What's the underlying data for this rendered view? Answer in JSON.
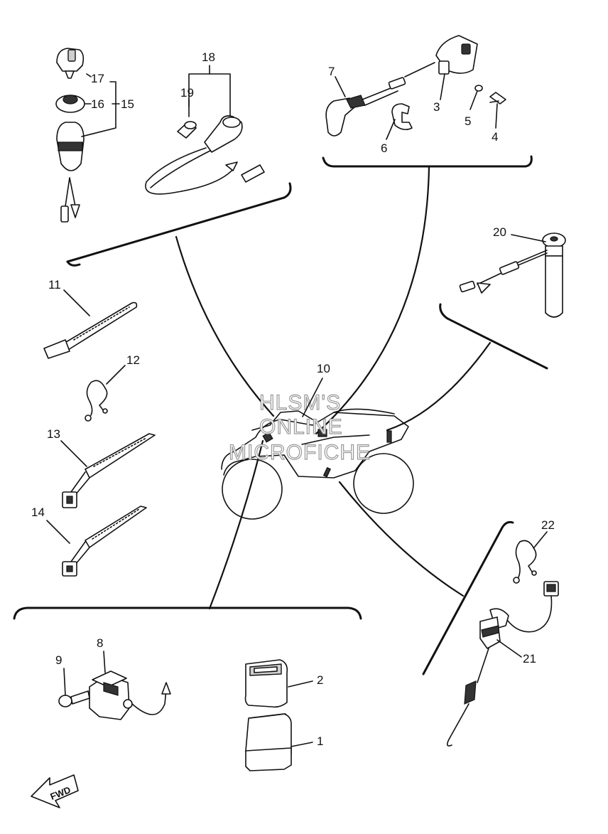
{
  "watermark": {
    "line1": "HLSM'S",
    "line2": "ONLINE",
    "line3": "MICROFICHE"
  },
  "direction_marker": "FWD",
  "callouts": {
    "c1": "1",
    "c2": "2",
    "c3": "3",
    "c4": "4",
    "c5": "5",
    "c6": "6",
    "c7": "7",
    "c8": "8",
    "c9": "9",
    "c10": "10",
    "c11": "11",
    "c12": "12",
    "c13": "13",
    "c14": "14",
    "c15": "15",
    "c16": "16",
    "c17": "17",
    "c18": "18",
    "c19": "19",
    "c20": "20",
    "c21": "21",
    "c22": "22"
  }
}
